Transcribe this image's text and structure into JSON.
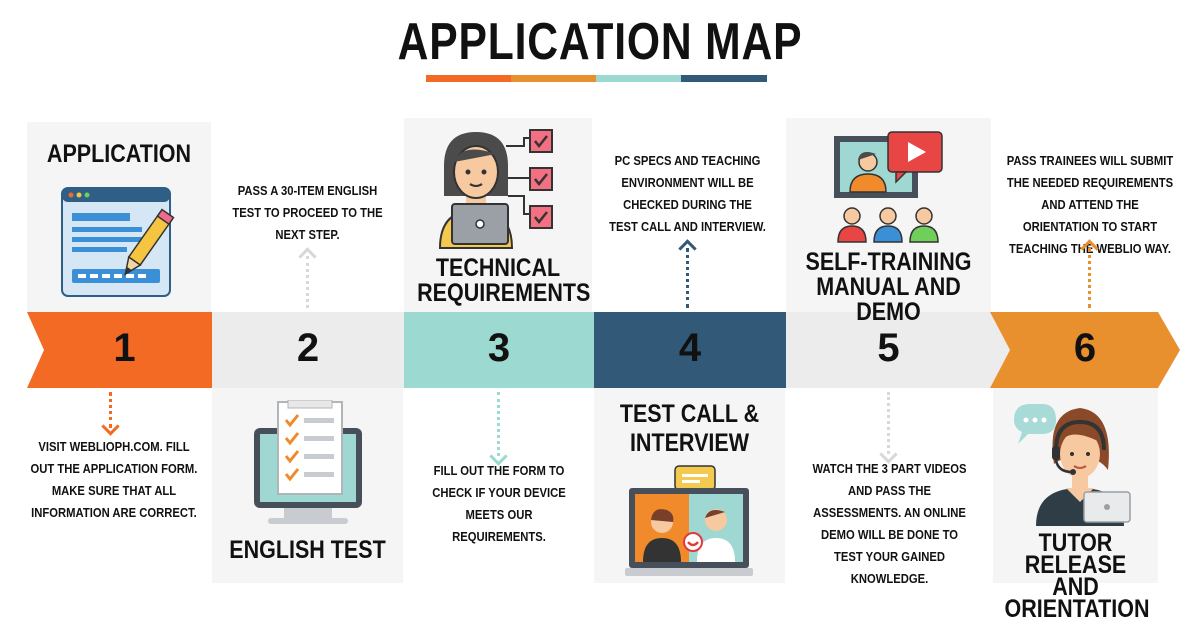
{
  "title": "APPLICATION MAP",
  "colors": {
    "orange": "#f26a24",
    "amber": "#e8902e",
    "teal": "#9bd9d1",
    "navy": "#325a78",
    "gray": "#ececec",
    "dark": "#111111"
  },
  "steps": [
    {
      "number": "1",
      "heading": "APPLICATION",
      "description": "VISIT WEBLIOPH.COM. FILL  OUT THE APPLICATION FORM. MAKE SURE THAT ALL INFORMATION ARE CORRECT.",
      "icon": "browser-pencil-icon"
    },
    {
      "number": "2",
      "heading": "ENGLISH TEST",
      "description": "PASS A 30-ITEM  ENGLISH TEST TO PROCEED TO THE NEXT STEP.",
      "icon": "checklist-monitor-icon"
    },
    {
      "number": "3",
      "heading": "TECHNICAL REQUIREMENTS",
      "description": "FILL OUT THE FORM TO CHECK IF YOUR DEVICE MEETS OUR REQUIREMENTS.",
      "icon": "person-laptop-checklist-icon"
    },
    {
      "number": "4",
      "heading": "TEST CALL & INTERVIEW",
      "description": "PC SPECS AND TEACHING ENVIRONMENT WILL BE CHECKED DURING THE  TEST CALL AND INTERVIEW.",
      "icon": "video-call-icon"
    },
    {
      "number": "5",
      "heading": "SELF-TRAINING MANUAL AND DEMO",
      "description": "WATCH THE 3 PART VIDEOS AND PASS THE ASSESSMENTS. AN ONLINE DEMO WILL BE DONE  TO TEST YOUR GAINED KNOWLEDGE.",
      "icon": "presentation-audience-icon"
    },
    {
      "number": "6",
      "heading": "TUTOR RELEASE AND ORIENTATION",
      "description": "PASS TRAINEES WILL SUBMIT THE NEEDED REQUIREMENTS AND ATTEND THE ORIENTATION TO START TEACHING THE WEBLIO WAY.",
      "icon": "headset-tutor-icon"
    }
  ]
}
